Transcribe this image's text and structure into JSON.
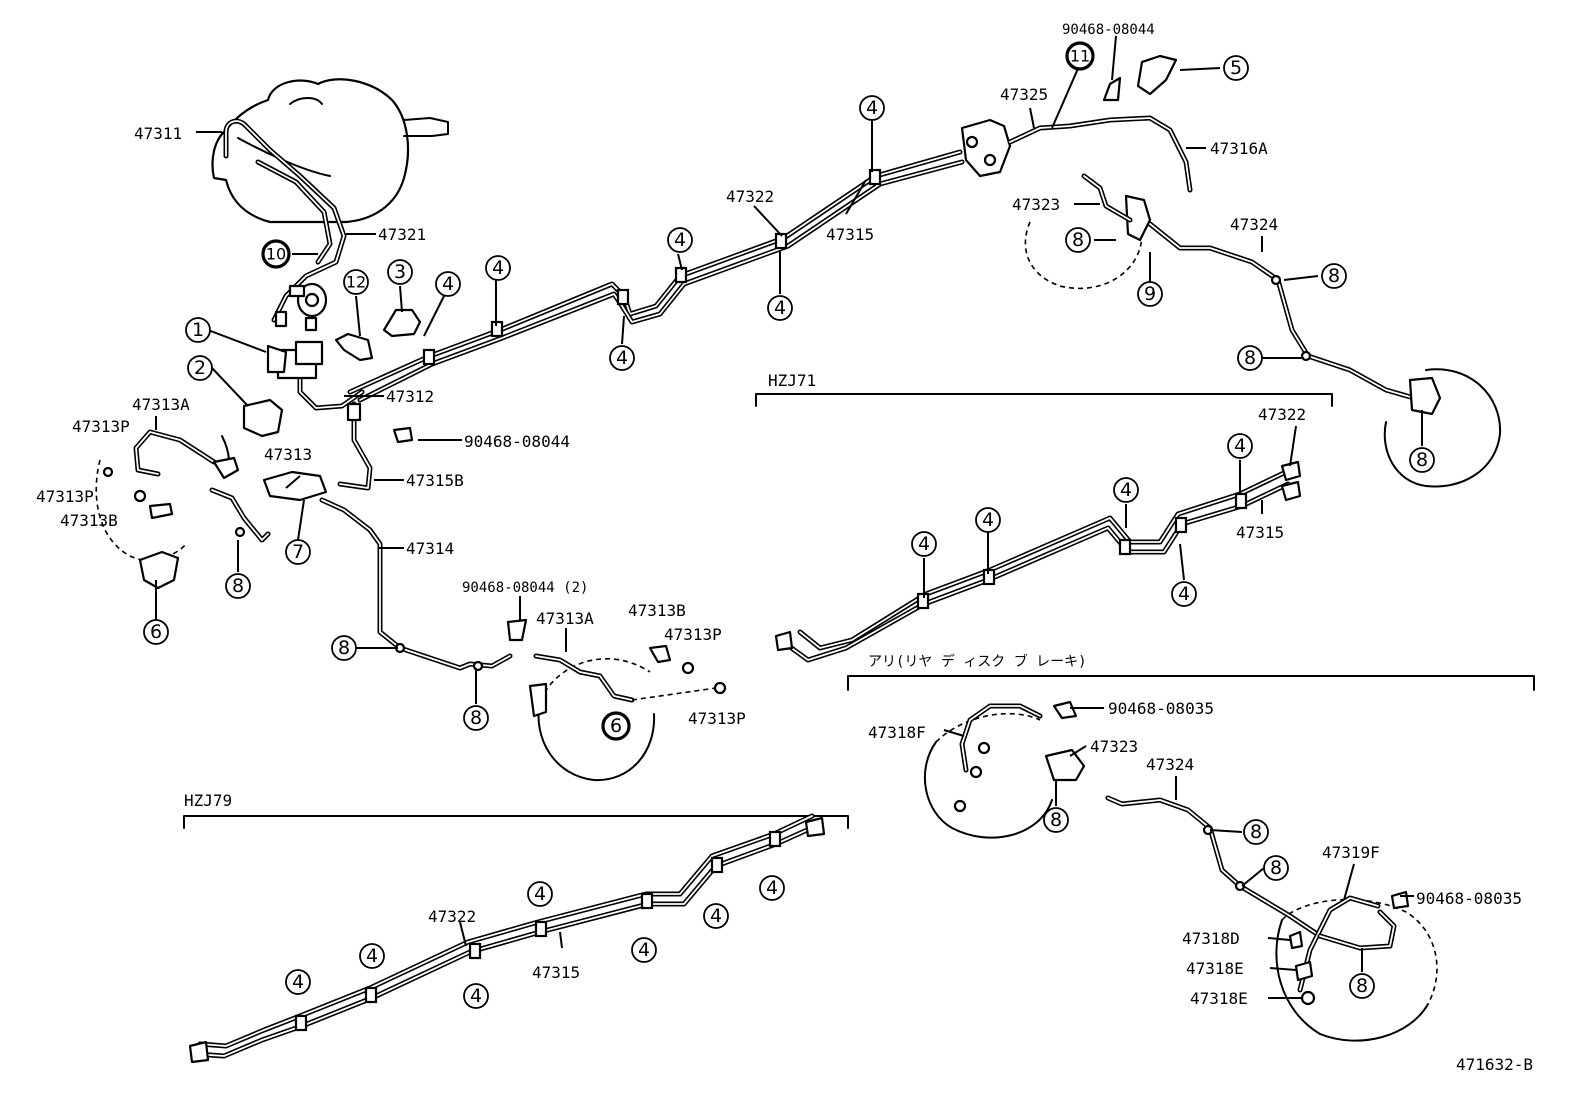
{
  "labels": {
    "p47311": "47311",
    "p47321": "47321",
    "p47312": "47312",
    "p47313A": "47313A",
    "p47313P_a": "47313P",
    "p47313P_b": "47313P",
    "p47313B": "47313B",
    "p90468_a": "90468-08044",
    "p47313": "47313",
    "p47315B": "47315B",
    "p47314": "47314",
    "p90468_2": "90468-08044 (2)",
    "p47313A_b": "47313A",
    "p47313B_b": "47313B",
    "p47313P_c": "47313P",
    "p47313P_d": "47313P",
    "p47322": "47322",
    "p47315": "47315",
    "p90468_top": "90468-08044",
    "p47325": "47325",
    "p47316A": "47316A",
    "p47323": "47323",
    "p47324": "47324",
    "hzj71": "HZJ71",
    "p47322_b": "47322",
    "p47315_b": "47315",
    "hzj79": "HZJ79",
    "p47322_c": "47322",
    "p47315_c": "47315",
    "disc": "アリ(リヤ デ ィスク ブ レーキ)",
    "p90468_35a": "90468-08035",
    "p47318F": "47318F",
    "p47323_b": "47323",
    "p47324_b": "47324",
    "p47319F": "47319F",
    "p90468_35b": "90468-08035",
    "p47318D": "47318D",
    "p47318E_a": "47318E",
    "p47318E_b": "47318E",
    "figure_code": "471632-B"
  },
  "refs": {
    "r1": "1",
    "r2": "2",
    "r3": "3",
    "r4": "4",
    "r5": "5",
    "r6": "6",
    "r7": "7",
    "r8": "8",
    "r9": "9",
    "r10": "10",
    "r11": "11",
    "r12": "12"
  }
}
